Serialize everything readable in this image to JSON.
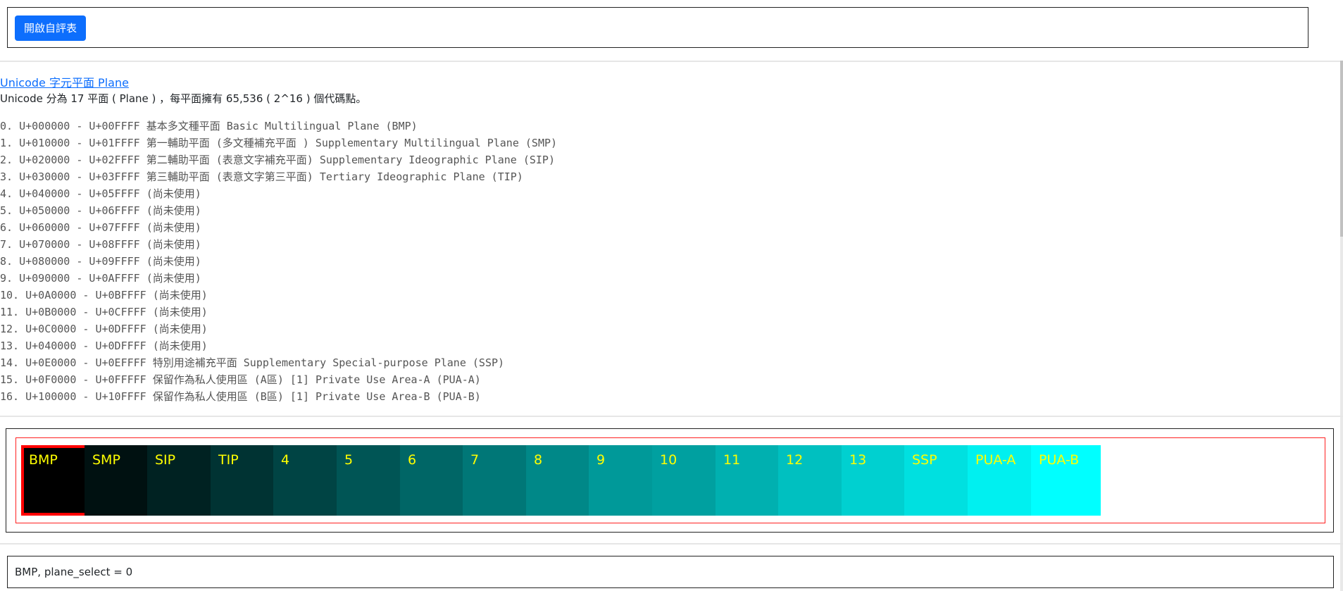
{
  "toolbar": {
    "open_button_label": "開啟自評表"
  },
  "info": {
    "link_text": "Unicode 字元平面 Plane",
    "intro": "Unicode 分為 17 平面 ( Plane ) ，每平面擁有 65,536 ( 2^16 ) 個代碼點。"
  },
  "planes": [
    "0. U+000000 - U+00FFFF 基本多文種平面 Basic Multilingual Plane (BMP)",
    "1. U+010000 - U+01FFFF 第一輔助平面 (多文種補充平面 ) Supplementary Multilingual Plane (SMP)",
    "2. U+020000 - U+02FFFF 第二輔助平面 (表意文字補充平面) Supplementary Ideographic Plane (SIP)",
    "3. U+030000 - U+03FFFF 第三輔助平面 (表意文字第三平面) Tertiary Ideographic Plane (TIP)",
    "4. U+040000 - U+05FFFF (尚未使用)",
    "5. U+050000 - U+06FFFF (尚未使用)",
    "6. U+060000 - U+07FFFF (尚未使用)",
    "7. U+070000 - U+08FFFF (尚未使用)",
    "8. U+080000 - U+09FFFF (尚未使用)",
    "9. U+090000 - U+0AFFFF (尚未使用)",
    "10. U+0A0000 - U+0BFFFF (尚未使用)",
    "11. U+0B0000 - U+0CFFFF (尚未使用)",
    "12. U+0C0000 - U+0DFFFF (尚未使用)",
    "13. U+040000 - U+0DFFFF (尚未使用)",
    "14. U+0E0000 - U+0EFFFF 特別用途補充平面 Supplementary Special-purpose Plane (SSP)",
    "15. U+0F0000 - U+0FFFFF 保留作為私人使用區 (A區) [1] Private Use Area-A (PUA-A)",
    "16. U+100000 - U+10FFFF 保留作為私人使用區 (B區) [1] Private Use Area-B (PUA-B)"
  ],
  "selector": {
    "tiles": [
      {
        "label": "BMP",
        "color": "#000000"
      },
      {
        "label": "SMP",
        "color": "#001111"
      },
      {
        "label": "SIP",
        "color": "#002222"
      },
      {
        "label": "TIP",
        "color": "#003333"
      },
      {
        "label": "4",
        "color": "#004444"
      },
      {
        "label": "5",
        "color": "#005555"
      },
      {
        "label": "6",
        "color": "#006666"
      },
      {
        "label": "7",
        "color": "#007777"
      },
      {
        "label": "8",
        "color": "#008888"
      },
      {
        "label": "9",
        "color": "#009999"
      },
      {
        "label": "10",
        "color": "#00a0a0"
      },
      {
        "label": "11",
        "color": "#00b0b0"
      },
      {
        "label": "12",
        "color": "#00c0c0"
      },
      {
        "label": "13",
        "color": "#00d0d0"
      },
      {
        "label": "SSP",
        "color": "#00e0e0"
      },
      {
        "label": "PUA-A",
        "color": "#00f0f0"
      },
      {
        "label": "PUA-B",
        "color": "#00ffff"
      }
    ],
    "selected_index": 0
  },
  "status": {
    "text": "BMP, plane_select = 0"
  }
}
